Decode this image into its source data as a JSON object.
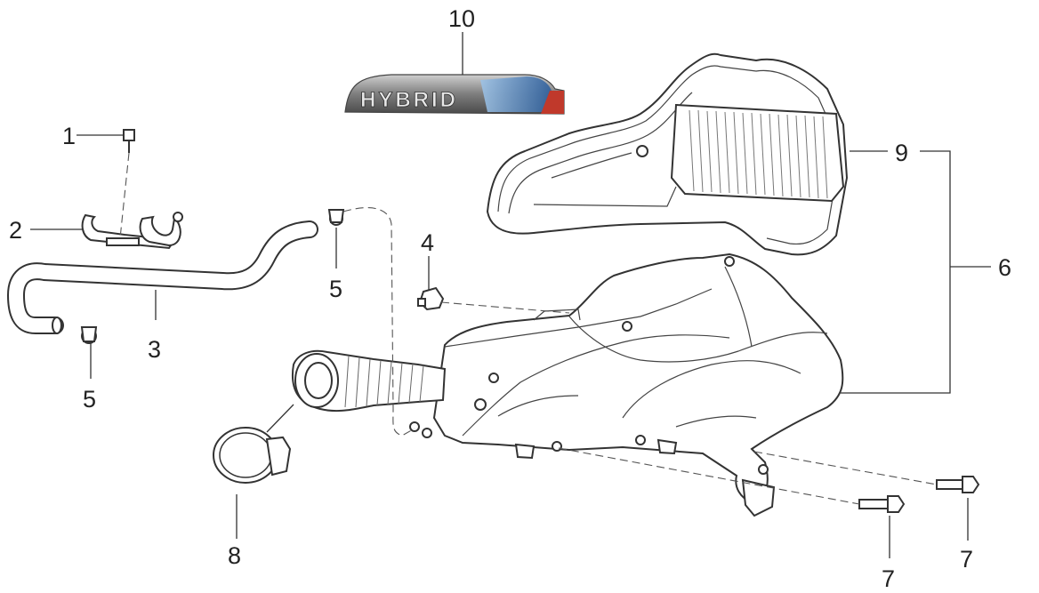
{
  "callouts": [
    "1",
    "2",
    "3",
    "4",
    "5",
    "5",
    "6",
    "7",
    "7",
    "8",
    "9",
    "10"
  ],
  "badge": {
    "text": "HYBRID",
    "accent_blue": "#3b78b8",
    "accent_red": "#c0392b",
    "body_color": "#8a8a8a"
  }
}
